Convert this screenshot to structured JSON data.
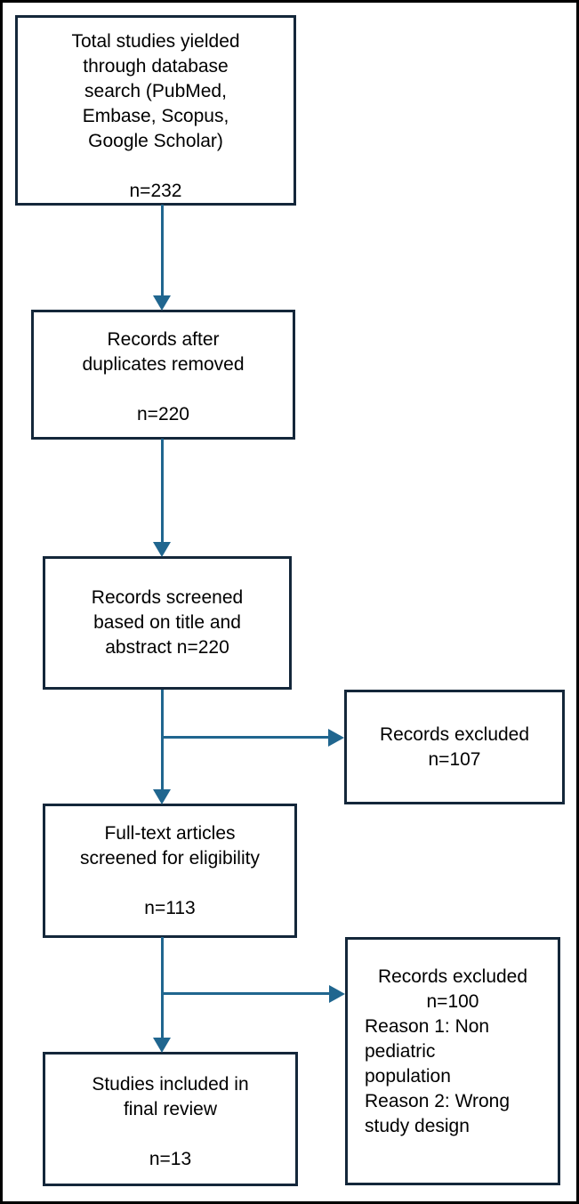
{
  "colors": {
    "box_border": "#14273a",
    "arrow": "#20668f",
    "frame": "#000000",
    "background": "#ffffff",
    "text": "#000000"
  },
  "flow": {
    "database_search": {
      "text": "Total studies yielded\nthrough database\nsearch (PubMed,\nEmbase, Scopus,\nGoogle Scholar)",
      "n": "n=232"
    },
    "duplicates_removed": {
      "text": "Records after\nduplicates removed",
      "n": "n=220"
    },
    "records_screened": {
      "text": "Records screened\nbased on title and\nabstract n=220"
    },
    "excluded_title_abstract": {
      "text": "Records excluded\nn=107"
    },
    "fulltext_screened": {
      "text": "Full-text articles\nscreened for eligibility",
      "n": "n=113"
    },
    "excluded_fulltext": {
      "heading": "Records excluded\nn=100",
      "reasons": "Reason 1: Non\npediatric\npopulation\nReason 2: Wrong\nstudy design"
    },
    "final_review": {
      "text": "Studies included in\nfinal review",
      "n": "n=13"
    }
  }
}
